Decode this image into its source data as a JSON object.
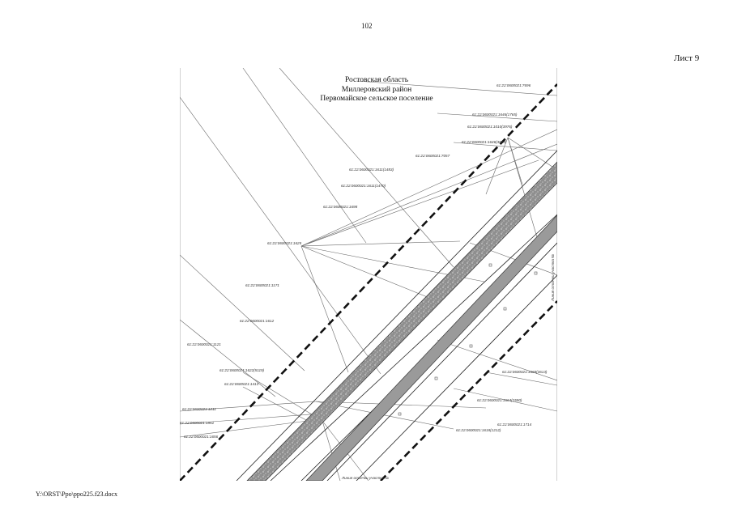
{
  "page_number": "102",
  "sheet_label": "Лист 9",
  "footer_path": "Y:\\ORST\\Ppo\\ppo225.f23.docx",
  "map": {
    "title_lines": [
      "Ростовская область",
      "Миллеровский район",
      "Первомайское сельское поселение"
    ],
    "parcel_labels": [
      "61:22:0600021:7696",
      "61:22:0600021:1646(1765)",
      "61:22:0600021:1010(3976)",
      "61:22:0600021:1646(3624)",
      "61:22:0600021:7057",
      "61:22:0600021:1611(1483)",
      "61:22:0600021:1611(1470)",
      "61:22:0600021:1698",
      "61:22:0600021:1625",
      "61:22:0600021:1171",
      "61:22:0600021:1612",
      "61:22:0600021:1121",
      "61:22:0600021:1622(5119)",
      "61:22:0600021:1413",
      "61:22:0600021:1211",
      "61:22:0600021:1851",
      "61:22:0600021:1656",
      "61:22:0600021:1668(3613)",
      "61:22:0600021:1664(2590)",
      "61:22:0600021:1714",
      "61:22:0600021:1618(1212)"
    ],
    "boundary_labels": [
      "Линия отсечки участка №",
      "Линия отсечки участка №"
    ]
  }
}
